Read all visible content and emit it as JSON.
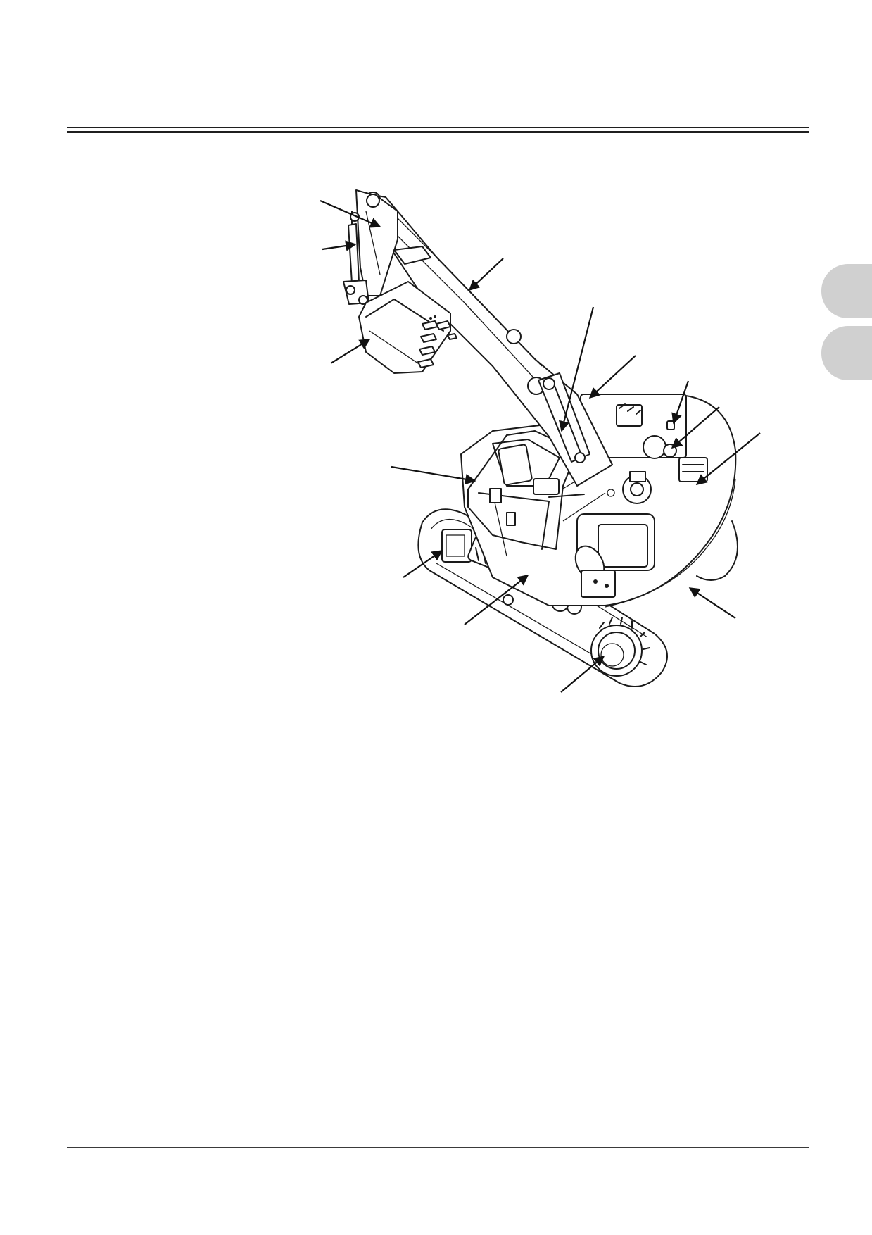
{
  "page": {
    "header_rule": "double",
    "footer_rule": "single",
    "side_tabs": [
      {
        "id": "tab-1",
        "color": "#d0d0d0"
      },
      {
        "id": "tab-2",
        "color": "#d0d0d0"
      }
    ]
  },
  "figure": {
    "subject": "excavator-line-drawing",
    "callout_count": 14,
    "callout_labels": []
  },
  "colors": {
    "ink": "#1a1a1a",
    "tab_gray": "#d0d0d0",
    "paper": "#ffffff"
  }
}
